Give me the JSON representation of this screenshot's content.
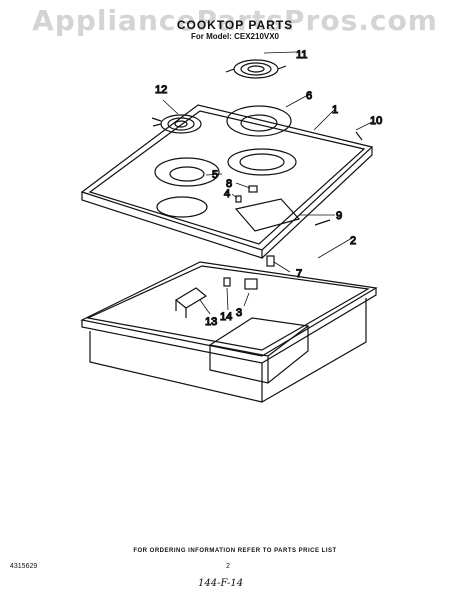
{
  "watermark": "AppliancePartsPros.com",
  "title": "COOKTOP PARTS",
  "model_line": "For Model: CEX210VX0",
  "callouts": [
    "11",
    "12",
    "6",
    "1",
    "10",
    "5",
    "8",
    "4",
    "9",
    "2",
    "7",
    "3",
    "13",
    "14"
  ],
  "footer_note": "FOR ORDERING INFORMATION REFER TO PARTS PRICE LIST",
  "doc_number": "4315629",
  "page_number": "2",
  "handwritten": "144-F-14"
}
